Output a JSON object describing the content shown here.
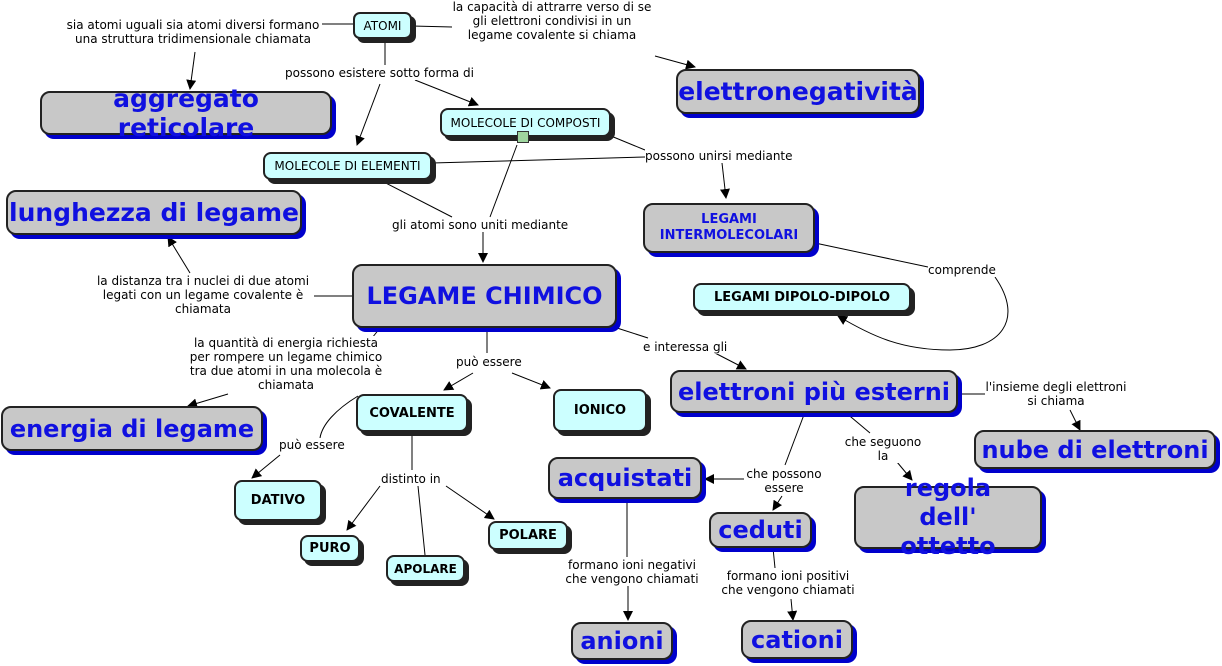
{
  "nodes": {
    "atomi": "ATOMI",
    "molecole_composti": "MOLECOLE DI COMPOSTI",
    "molecole_elementi": "MOLECOLE DI ELEMENTI",
    "aggregato": "aggregato reticolare",
    "elettronegativita": "elettronegatività",
    "lunghezza": "lunghezza di legame",
    "legami_intermolecolari": "LEGAMI INTERMOLECOLARI",
    "dipolo": "LEGAMI DIPOLO-DIPOLO",
    "legame_chimico": "LEGAME CHIMICO",
    "energia": "energia di legame",
    "covalente": "COVALENTE",
    "ionico": "IONICO",
    "elettroni_esterni": "elettroni più esterni",
    "nube": "nube di elettroni",
    "dativo": "DATIVO",
    "acquistati": "acquistati",
    "ceduti": "ceduti",
    "ottetto": "regola dell' ottetto",
    "puro": "PURO",
    "apolare": "APOLARE",
    "polare": "POLARE",
    "anioni": "anioni",
    "cationi": "cationi"
  },
  "labels": {
    "sia_atomi": "sia atomi uguali sia atomi diversi formano una struttura tridimensionale chiamata",
    "capacita": "la capacità di attrarre verso di se gli elettroni condivisi in un legame covalente si chiama",
    "possono_esistere": "possono esistere sotto forma di",
    "possono_unirsi": "possono unirsi mediante",
    "atomi_uniti": "gli atomi sono uniti mediante",
    "comprende": "comprende",
    "distanza": "la distanza tra i nuclei di due atomi legati con un legame covalente è chiamata",
    "quantita": "la quantità di energia richiesta per rompere un legame chimico tra due atomi in una molecola è chiamata",
    "interessa": "e interessa gli",
    "puo_essere": "può essere",
    "insieme": "l'insieme degli elettroni si chiama",
    "puo_essere2": "può essere",
    "che_seguono": "che seguono la",
    "che_possono": "che possono essere",
    "distinto": "distinto in",
    "ioni_negativi": "formano ioni negativi che vengono chiamati",
    "ioni_positivi": "formano ioni positivi che vengono chiamati"
  },
  "icons": {
    "attachment": "film-icon"
  }
}
